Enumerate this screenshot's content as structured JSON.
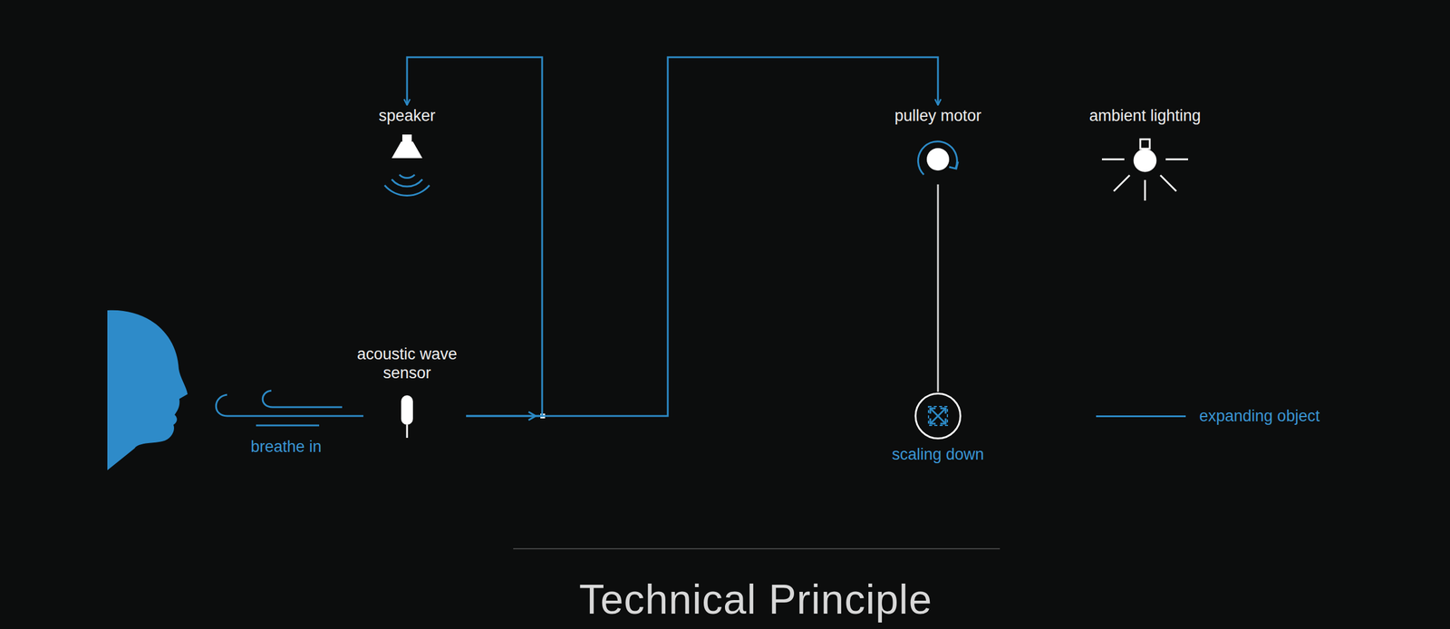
{
  "diagram": {
    "caption": "Technical Principle",
    "nodes": [
      {
        "text": [
          "speaker"
        ]
      },
      {
        "text": [
          "pulley motor"
        ]
      },
      {
        "text": [
          "ambient lighting"
        ]
      },
      {
        "text": [
          "acoustic wave sensor"
        ]
      },
      {
        "text": [
          "scaling down"
        ]
      }
    ],
    "edges": [
      {
        "from": 3,
        "to": 0,
        "arrow": "to"
      },
      {
        "from": 3,
        "to": 1,
        "arrow": "to"
      },
      {
        "from": 1,
        "to": 4,
        "arrow": "none"
      }
    ],
    "labels": [
      "breathe in"
    ],
    "legend": [
      {
        "text": "expanding object"
      }
    ]
  }
}
